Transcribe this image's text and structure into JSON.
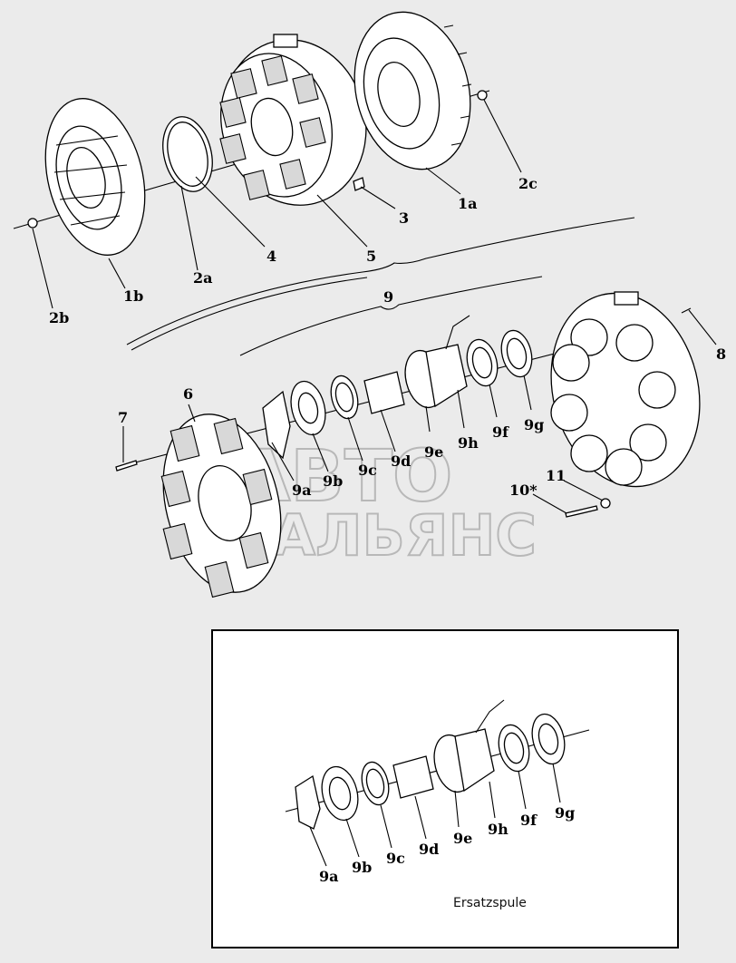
{
  "labels": {
    "l1a": "1a",
    "l1b": "1b",
    "l2a": "2a",
    "l2b": "2b",
    "l2c": "2c",
    "l3": "3",
    "l4": "4",
    "l5": "5",
    "l6": "6",
    "l7": "7",
    "l8": "8",
    "l9": "9",
    "l9a": "9a",
    "l9b": "9b",
    "l9c": "9c",
    "l9d": "9d",
    "l9e": "9e",
    "l9f": "9f",
    "l9g": "9g",
    "l9h": "9h",
    "l10": "10*",
    "l11": "11"
  },
  "inset": {
    "caption": "Ersatzspule",
    "l9a": "9a",
    "l9b": "9b",
    "l9c": "9c",
    "l9d": "9d",
    "l9e": "9e",
    "l9f": "9f",
    "l9g": "9g",
    "l9h": "9h"
  },
  "watermark": {
    "line1": "АВТО",
    "line2": "АЛЬЯНС"
  }
}
